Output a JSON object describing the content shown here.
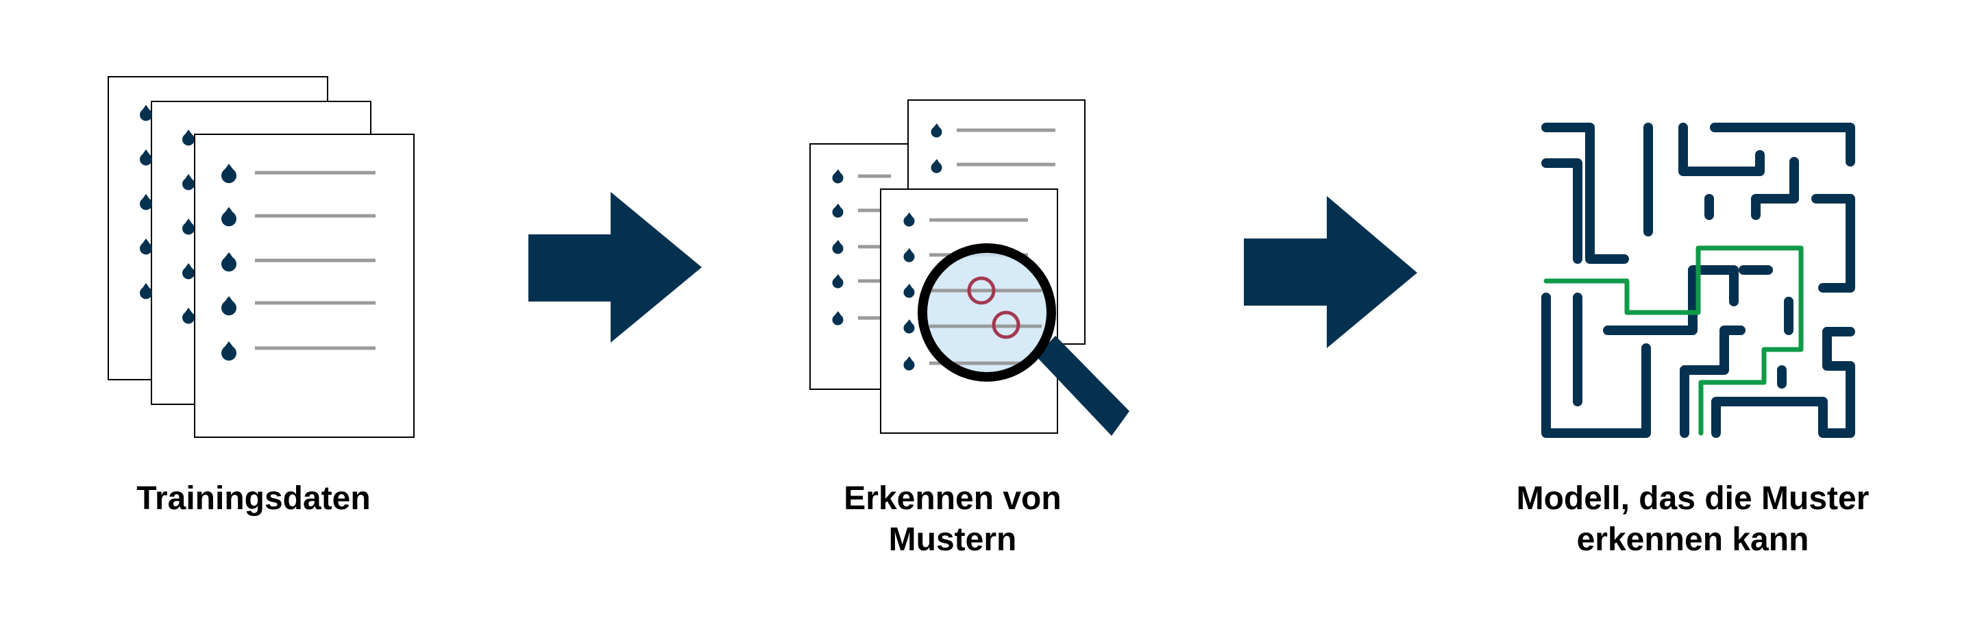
{
  "steps": [
    {
      "label_lines": [
        "Trainingsdaten"
      ],
      "icon": "document-stack-icon"
    },
    {
      "label_lines": [
        "Erkennen von",
        "Mustern"
      ],
      "icon": "magnifier-on-documents-icon"
    },
    {
      "label_lines": [
        "Modell, das die Muster",
        "erkennen kann"
      ],
      "icon": "maze-icon"
    }
  ],
  "connectors": [
    {
      "from": 0,
      "to": 1,
      "icon": "arrow-right-icon"
    },
    {
      "from": 1,
      "to": 2,
      "icon": "arrow-right-icon"
    }
  ],
  "colors": {
    "navy": "#03314f",
    "line_gray": "#9a9a9a",
    "lens_fill": "#cfe6f7",
    "highlight_ring": "#a3384e",
    "path_green": "#0f9a48",
    "outline": "#000000"
  }
}
